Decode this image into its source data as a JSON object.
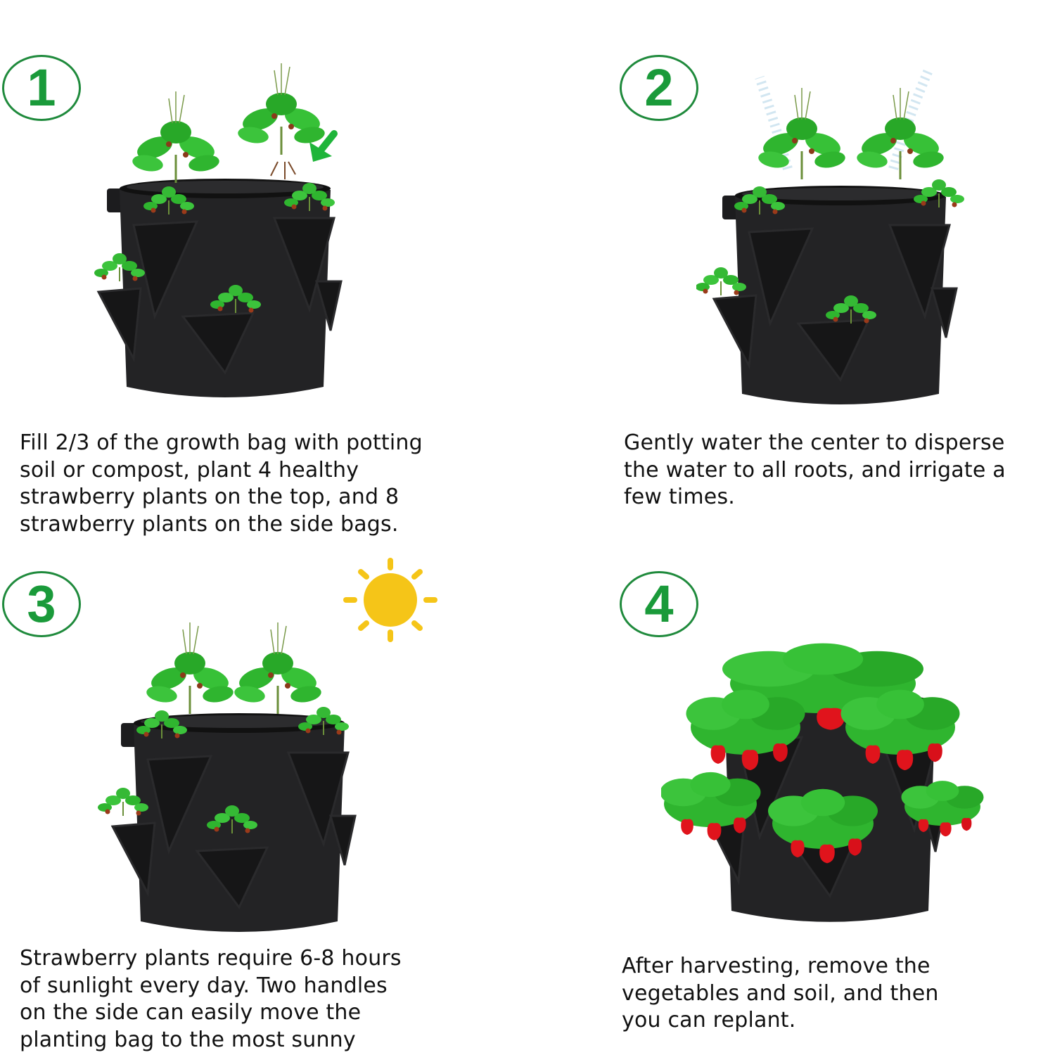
{
  "steps": [
    {
      "number": "1",
      "caption": "Fill 2/3 of the growth bag with potting\nsoil or compost, plant 4 healthy\nstrawberry plants on the top, and 8\nstrawberry plants on the side bags.",
      "illustration": "grow-bag-planting-with-arrow"
    },
    {
      "number": "2",
      "caption": "Gently water the center to disperse\nthe water to all roots, and irrigate a\nfew times.",
      "illustration": "grow-bag-watering"
    },
    {
      "number": "3",
      "caption": "Strawberry plants require 6-8 hours\nof sunlight every day. Two handles\non the side can easily move the\nplanting bag to the most sunny",
      "illustration": "grow-bag-with-sun"
    },
    {
      "number": "4",
      "caption": "After harvesting, remove the\nvegetables and soil, and then\nyou can replant.",
      "illustration": "grow-bag-harvest-strawberries"
    }
  ],
  "colors": {
    "badge_green": "#1a9a3a",
    "badge_ring": "#1f8a3c",
    "bag_black": "#1c1c1e",
    "leaf_green": "#2fb52f",
    "strawberry_red": "#e0141c",
    "sun_yellow": "#f5c518",
    "text": "#111111",
    "background": "#ffffff"
  },
  "icons": {
    "sun": "sun-icon",
    "arrow": "down-left-arrow-icon"
  }
}
